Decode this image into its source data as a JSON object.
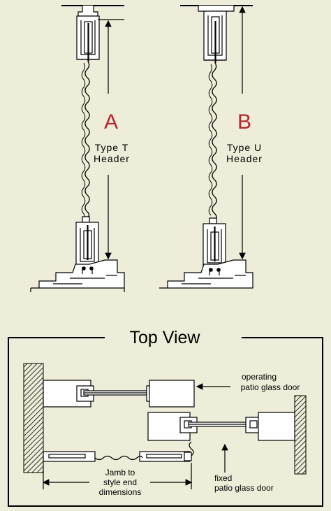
{
  "diagram": {
    "section_a": {
      "letter": "A",
      "type_line": "Type T",
      "header_line": "Header"
    },
    "section_b": {
      "letter": "B",
      "type_line": "Type U",
      "header_line": "Header"
    },
    "top_view": {
      "title": "Top View",
      "operating_label_line1": "operating",
      "operating_label_line2": "patio glass door",
      "fixed_label_line1": "fixed",
      "fixed_label_line2": "patio glass door",
      "jamb_line1": "Jamb to",
      "jamb_line2": "style end",
      "jamb_line3": "dimensions"
    },
    "colors": {
      "background": "#EDEDD9",
      "accent_letters": "#B8252D",
      "lines": "#000000"
    }
  }
}
